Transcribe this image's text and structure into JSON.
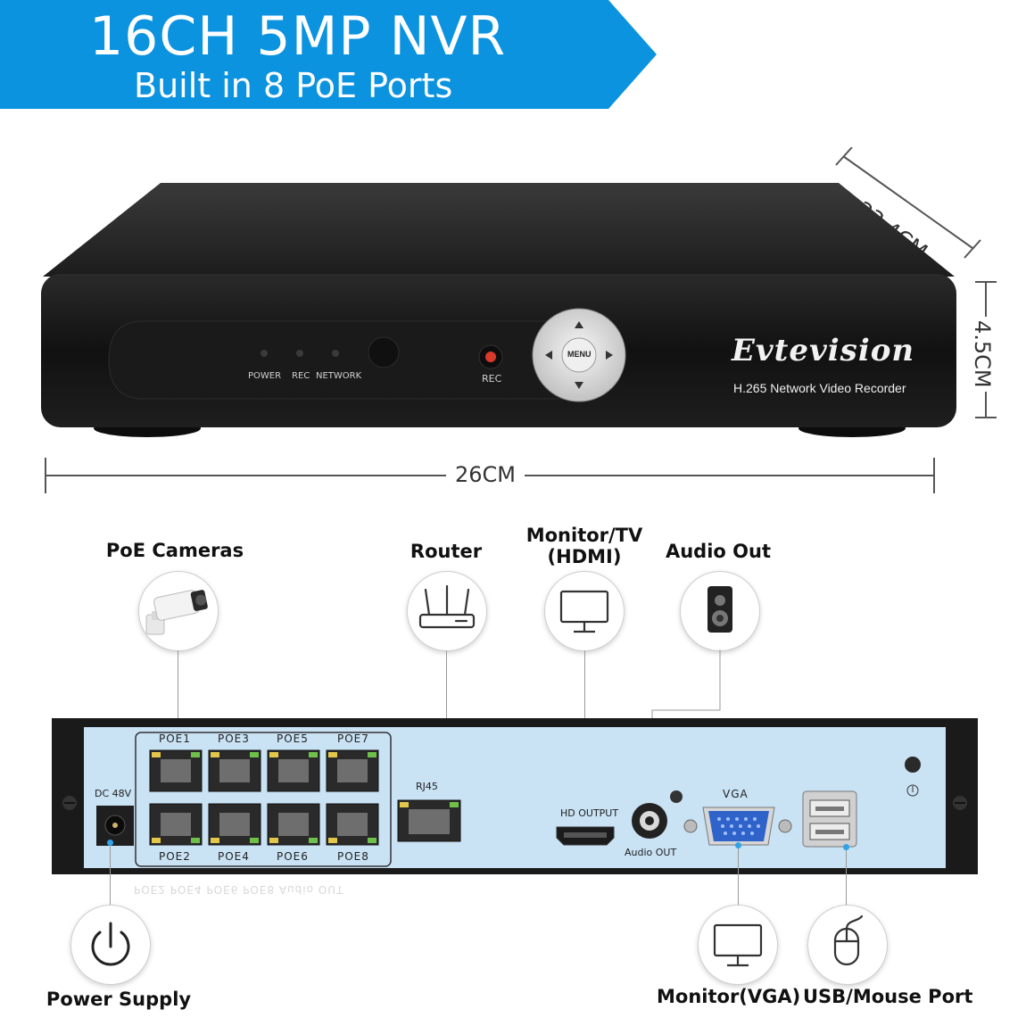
{
  "colors": {
    "banner_blue": "#0b93e0",
    "device_black": "#151515",
    "panel_blue": "#c9e2f4",
    "connector_blue": "#2fa3e6"
  },
  "banner": {
    "title": "16CH 5MP NVR",
    "subtitle": "Built in 8 PoE Ports"
  },
  "device": {
    "led_labels": [
      "POWER",
      "REC",
      "NETWORK"
    ],
    "rec_label": "REC",
    "menu_label": "MENU",
    "brand": "Evtevision",
    "subtitle": "H.265 Network Video Recorder"
  },
  "dimensions": {
    "depth": "23.4CM",
    "height": "4.5CM",
    "width": "26CM"
  },
  "connections": {
    "poe_cameras": {
      "label": "PoE Cameras",
      "icon": "camera-icon"
    },
    "router": {
      "label": "Router",
      "icon": "router-icon"
    },
    "monitor_hdmi": {
      "label_line1": "Monitor/TV",
      "label_line2": "(HDMI)",
      "icon": "monitor-icon"
    },
    "audio_out": {
      "label": "Audio Out",
      "icon": "speaker-icon"
    },
    "power_supply": {
      "label": "Power Supply",
      "icon": "power-icon"
    },
    "monitor_vga": {
      "label": "Monitor(VGA)",
      "icon": "monitor-icon"
    },
    "usb_mouse": {
      "label": "USB/Mouse Port",
      "icon": "mouse-icon"
    }
  },
  "rear_panel": {
    "dc": "DC 48V",
    "poe_top": [
      "POE1",
      "POE3",
      "POE5",
      "POE7"
    ],
    "poe_bottom": [
      "POE2",
      "POE4",
      "POE6",
      "POE8"
    ],
    "rj45": "RJ45",
    "hd_output": "HD OUTPUT",
    "audio_out": "Audio OUT",
    "vga": "VGA",
    "reflection": "POE2  POE4  POE6  POE8                                    Audio OUT"
  }
}
